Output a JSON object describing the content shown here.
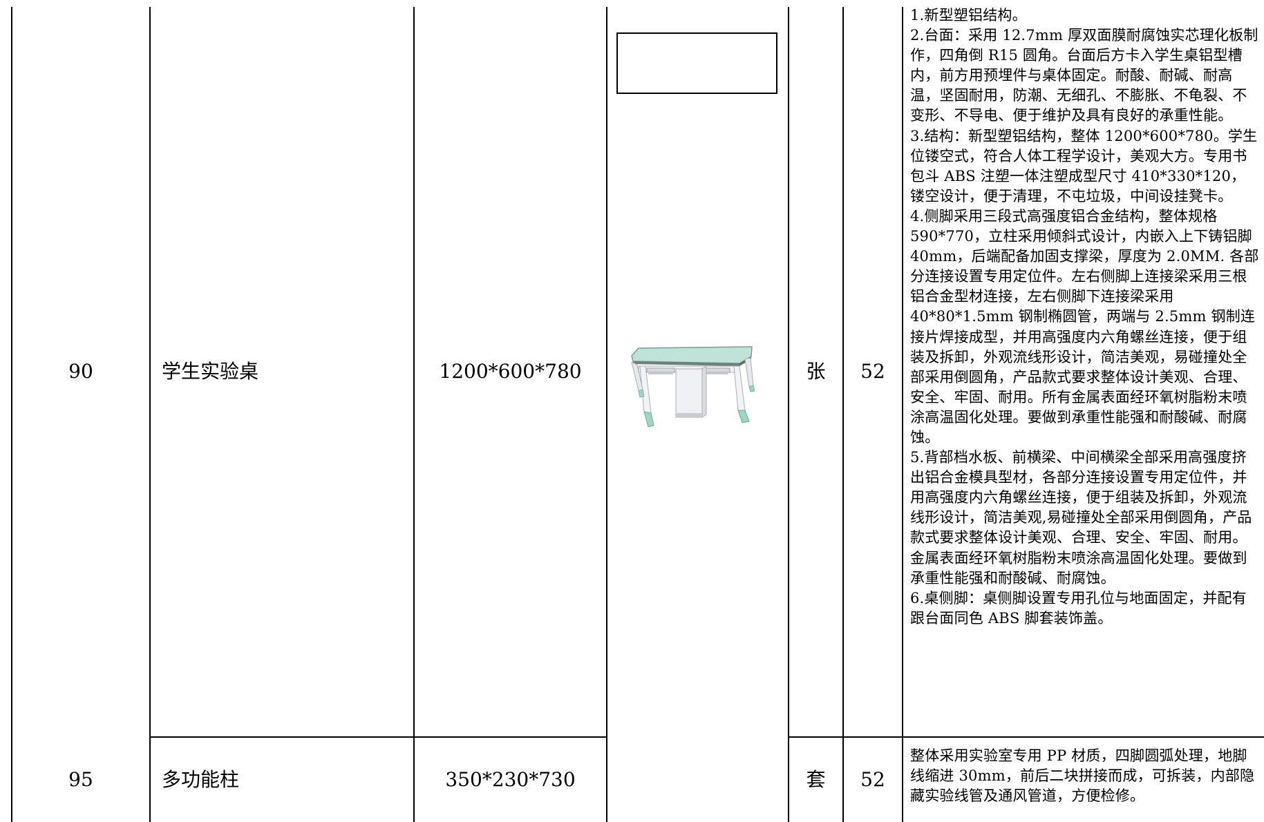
{
  "rows": [
    {
      "no": "90",
      "name": "学生实验桌",
      "spec": "1200*600*780",
      "unit": "张",
      "qty": "52",
      "description": [
        "1.新型塑铝结构。",
        "2.台面：采用 12.7mm 厚双面膜耐腐蚀实芯理化板制作，四角倒 R15 圆角。台面后方卡入学生桌铝型槽内，前方用预埋件与桌体固定。耐酸、耐碱、耐高温，坚固耐用，防潮、无细孔、不膨胀、不龟裂、不变形、不导电、便于维护及具有良好的承重性能。",
        "3.结构：新型塑铝结构，整体 1200*600*780。学生位镂空式，符合人体工程学设计，美观大方。专用书包斗 ABS 注塑一体注塑成型尺寸 410*330*120，镂空设计，便于清理，不屯垃圾，中间设挂凳卡。",
        "4.侧脚采用三段式高强度铝合金结构，整体规格 590*770，立柱采用倾斜式设计，内嵌入上下铸铝脚 40mm，后端配备加固支撑梁，厚度为 2.0MM. 各部分连接设置专用定位件。左右侧脚上连接梁采用三根铝合金型材连接，左右侧脚下连接梁采用 40*80*1.5mm 钢制椭圆管，两端与 2.5mm 钢制连接片焊接成型，并用高强度内六角螺丝连接，便于组装及拆卸，外观流线形设计，简洁美观，易碰撞处全部采用倒圆角，产品款式要求整体设计美观、合理、安全、牢固、耐用。所有金属表面经环氧树脂粉末喷涂高温固化处理。要做到承重性能强和耐酸碱、耐腐蚀。",
        "5.背部档水板、前横梁、中间横梁全部采用高强度挤出铝合金模具型材，各部分连接设置专用定位件，并用高强度内六角螺丝连接，便于组装及拆卸，外观流线形设计，简洁美观,易碰撞处全部采用倒圆角，产品款式要求整体设计美观、合理、安全、牢固、耐用。金属表面经环氧树脂粉末喷涂高温固化处理。要做到承重性能强和耐酸碱、耐腐蚀。",
        "6.桌侧脚：桌侧脚设置专用孔位与地面固定，并配有跟台面同色 ABS 脚套装饰盖。"
      ]
    },
    {
      "no": "95",
      "name": "多功能柱",
      "spec": "350*230*730",
      "unit": "套",
      "qty": "52",
      "description": [
        "整体采用实验室专用 PP 材质，四脚圆弧处理，地脚线缩进 30mm，前后二块拼接而成，可拆装，内部隐藏实验线管及通风管道，方便检修。"
      ]
    }
  ]
}
